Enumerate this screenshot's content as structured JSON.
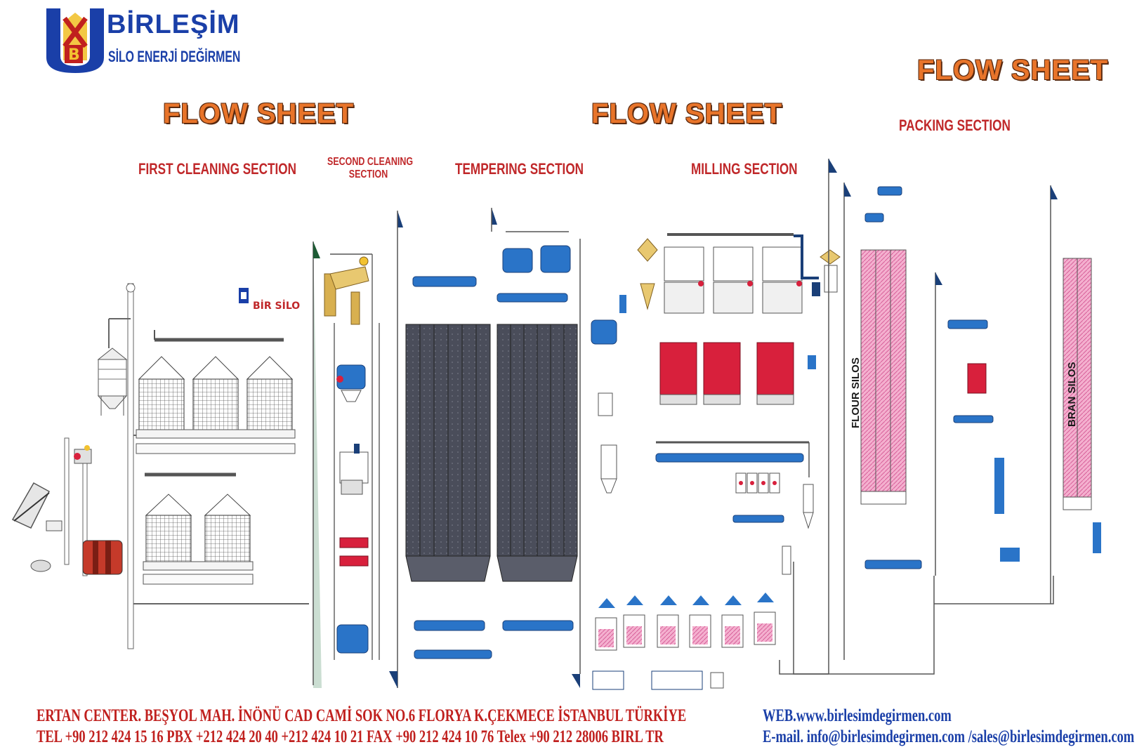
{
  "logo": {
    "name": "BİRLEŞİM",
    "subtitle": "SİLO ENERJİ DEĞİRMEN",
    "mark": "B"
  },
  "titles": {
    "left": "FLOW SHEET",
    "center": "FLOW SHEET",
    "right": "FLOW SHEET"
  },
  "sections": {
    "first_cleaning": "FIRST CLEANING SECTION",
    "second_cleaning_line1": "SECOND CLEANING",
    "second_cleaning_line2": "SECTION",
    "tempering": "TEMPERING SECTION",
    "milling": "MILLING SECTION",
    "packing": "PACKING SECTION"
  },
  "silo_brand": "BİR SİLO",
  "silo_labels": {
    "flour": "FLOUR SILOS",
    "bran": "BRAN SILOS"
  },
  "footer": {
    "address": "ERTAN CENTER. BEŞYOL MAH. İNÖNÜ CAD CAMİ SOK NO.6 FLORYA K.ÇEKMECE İSTANBUL TÜRKİYE",
    "phones": "TEL +90 212 424 15 16 PBX +212 424 20 40 +212 424 10 21 FAX +90 212 424 10 76 Telex +90 212 28006 BIRL TR",
    "web": "WEB.www.birlesimdegirmen.com",
    "email": "E-mail. info@birlesimdegirmen.com /sales@birlesimdegirmen.com"
  },
  "colors": {
    "title_orange": "#e8742a",
    "section_red": "#c0282a",
    "equipment_blue": "#2a74c8",
    "filter_red": "#d8203c",
    "flour_pink": "#f2a6c8",
    "line_gray": "#707070",
    "dark_bin": "#4a4d5a"
  }
}
